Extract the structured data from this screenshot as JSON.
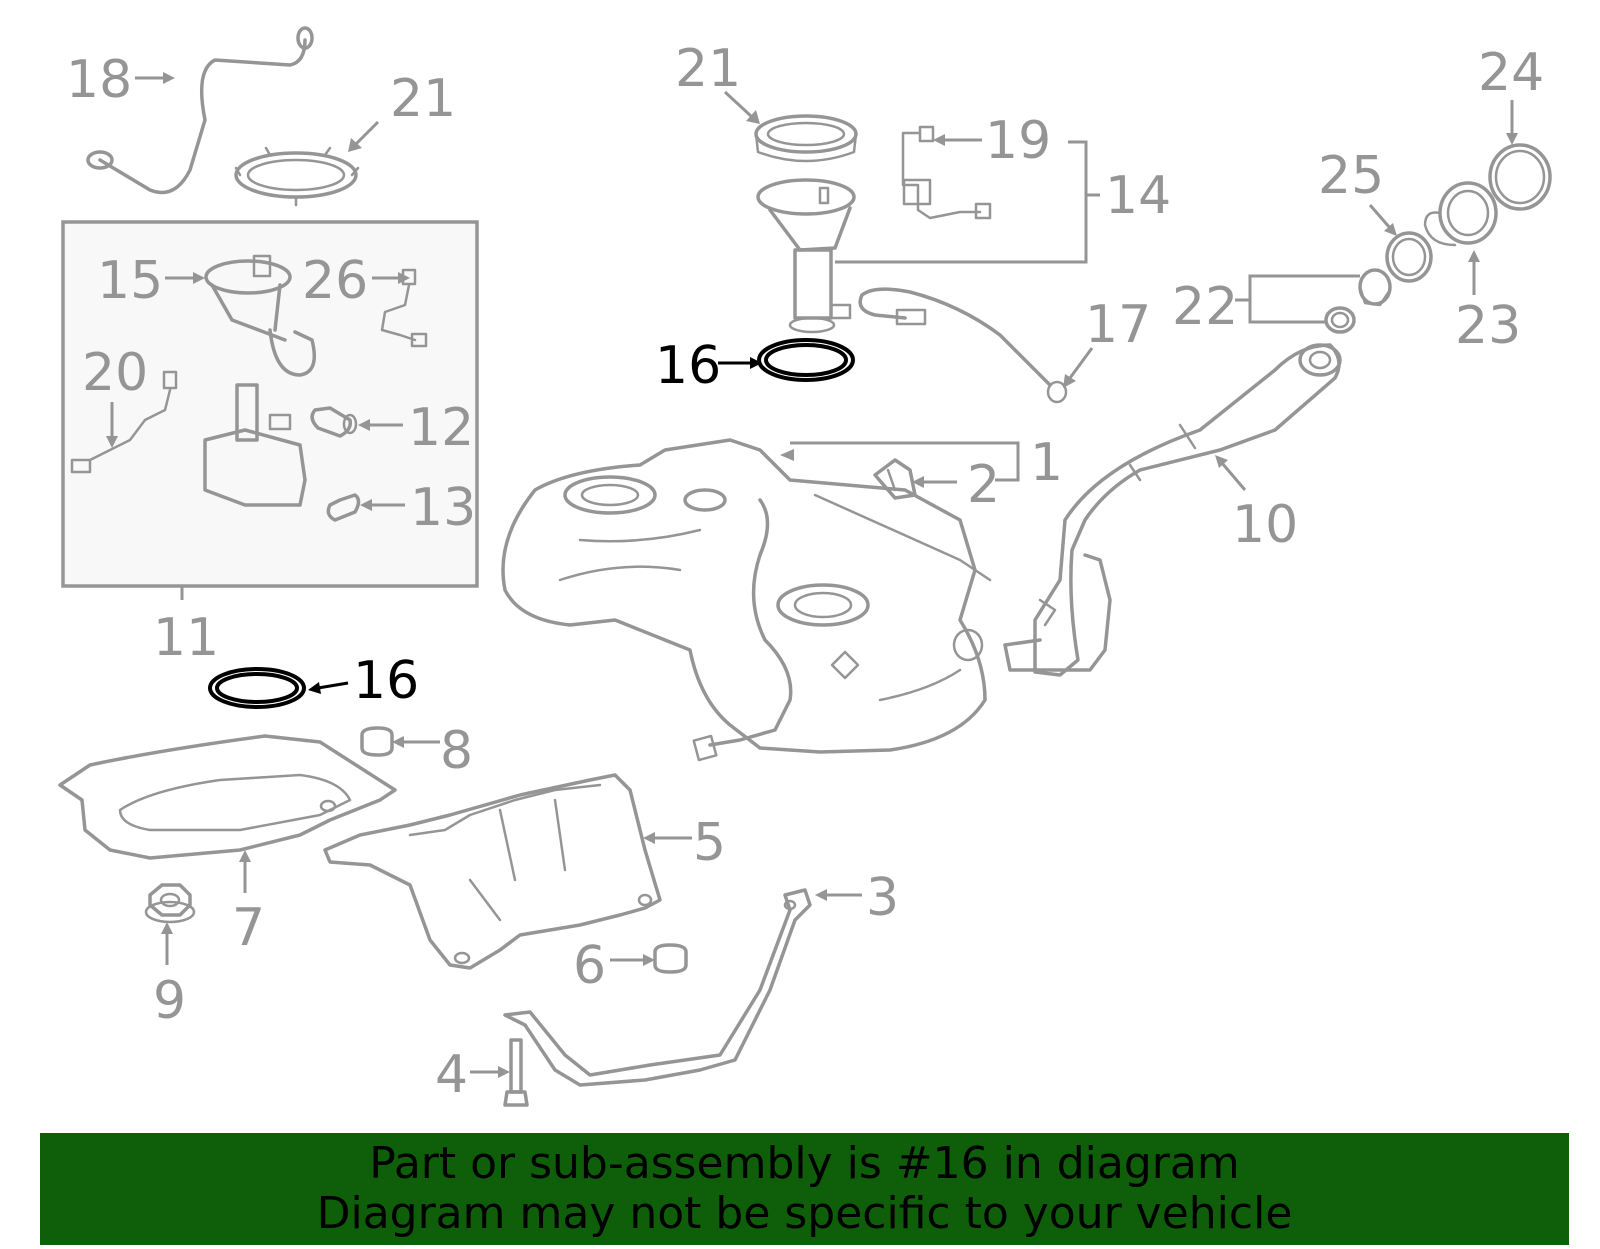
{
  "highlight_callout": "16",
  "colors": {
    "line_gray": "#959595",
    "highlight": "#000000",
    "banner_bg": "#0e5e0a",
    "banner_text": "#000000"
  },
  "callouts": {
    "c18": "18",
    "c21_left": "21",
    "c21_top": "21",
    "c19": "19",
    "c14": "14",
    "c24": "24",
    "c25": "25",
    "c22": "22",
    "c23": "23",
    "c17": "17",
    "c15": "15",
    "c26": "26",
    "c20": "20",
    "c12": "12",
    "c13": "13",
    "c11": "11",
    "c16_top": "16",
    "c16_left": "16",
    "c1": "1",
    "c2": "2",
    "c10": "10",
    "c8": "8",
    "c5": "5",
    "c7": "7",
    "c9": "9",
    "c3": "3",
    "c6": "6",
    "c4": "4"
  },
  "banner": {
    "line1": "Part or sub-assembly is #16 in diagram",
    "line2": "Diagram may not be specific to your vehicle"
  }
}
